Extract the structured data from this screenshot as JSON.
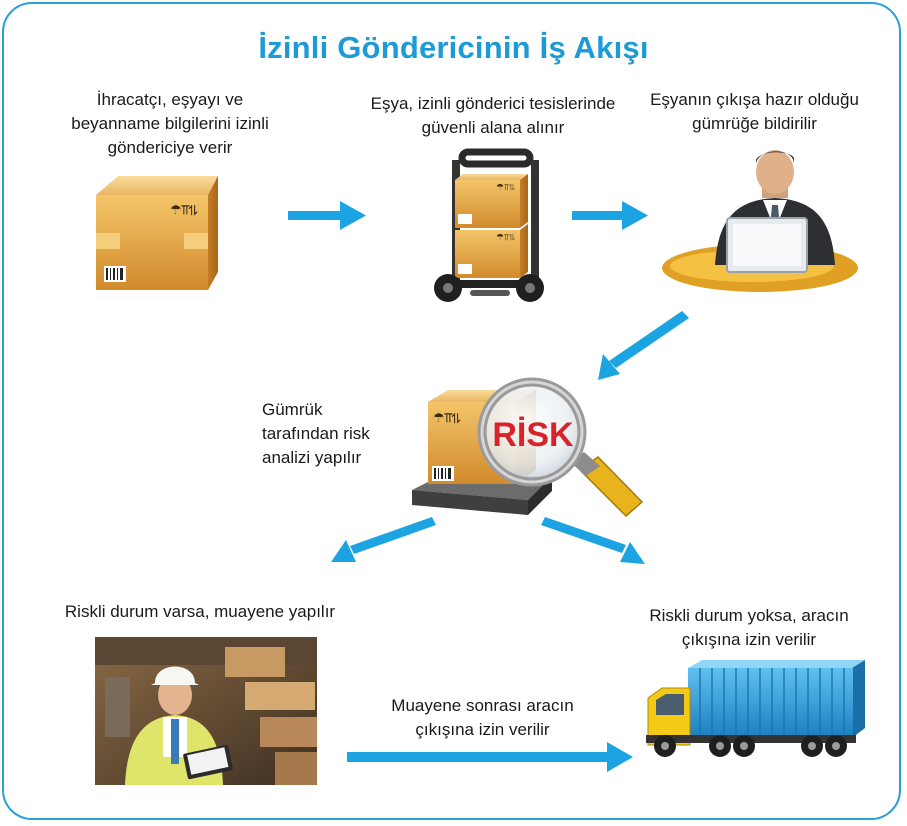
{
  "title": "İzinli Göndericinin İş Akışı",
  "steps": {
    "step1": "İhracatçı, eşyayı ve beyanname bilgilerini izinli göndericiye verir",
    "step2": "Eşya, izinli gönderici tesislerinde güvenli alana alınır",
    "step3": "Eşyanın çıkışa hazır olduğu gümrüğe bildirilir",
    "step4": "Gümrük tarafından risk analizi yapılır",
    "step5": "Riskli durum varsa, muayene yapılır",
    "step6": "Riskli durum yoksa, aracın çıkışına izin verilir",
    "step7": "Muayene sonrası aracın çıkışına izin verilir"
  },
  "risk_label": "RİSK",
  "colors": {
    "accent": "#1d9bd6",
    "risk_text": "#d8232a",
    "box": "#e9a944"
  }
}
